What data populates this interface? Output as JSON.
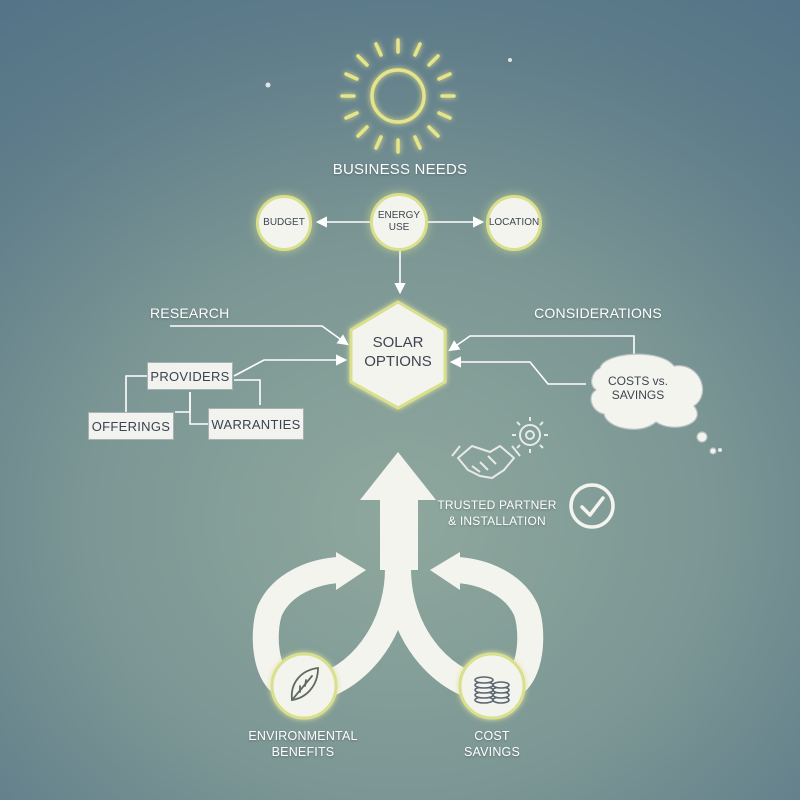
{
  "title": "BUSINESS NEEDS",
  "needs": {
    "left": "BUDGET",
    "center_line1": "ENERGY",
    "center_line2": "USE",
    "right": "LOCATION"
  },
  "center": {
    "line1": "SOLAR",
    "line2": "OPTIONS"
  },
  "research": {
    "label": "RESEARCH",
    "providers": "PROVIDERS",
    "offerings": "OFFERINGS",
    "warranties": "WARRANTIES"
  },
  "considerations": {
    "label": "CONSIDERATIONS",
    "bubble_line1": "COSTS vs.",
    "bubble_line2": "SAVINGS"
  },
  "partner": {
    "line1": "TRUSTED PARTNER",
    "line2": "& INSTALLATION"
  },
  "benefits": {
    "env_line1": "ENVIRONMENTAL",
    "env_line2": "BENEFITS",
    "cost_line1": "COST",
    "cost_line2": "SAVINGS"
  },
  "icons": [
    "sun-icon",
    "handshake-gear-icon",
    "checkmark-icon",
    "leaf-icon",
    "coins-icon",
    "sparkle-icon"
  ],
  "colors": {
    "accent": "#d9df8a",
    "node_fill": "#f4f4ef",
    "text_dark": "#3d4650"
  }
}
